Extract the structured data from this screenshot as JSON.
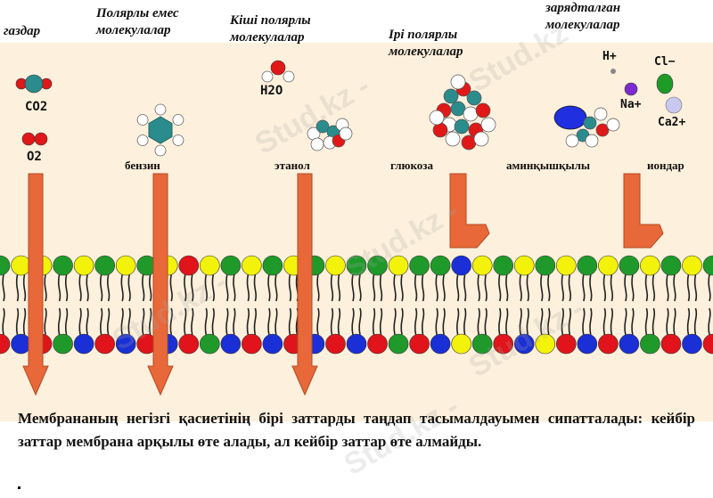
{
  "headers": [
    {
      "id": "gases",
      "text": "газдар"
    },
    {
      "id": "nonpolar",
      "text": "Полярлы емес молекулалар"
    },
    {
      "id": "small_polar",
      "text": "Кіші полярлы молекулалар"
    },
    {
      "id": "large_polar",
      "text": "Ірі полярлы молекулалар"
    },
    {
      "id": "charged",
      "text": "зарядталған молекулалар"
    }
  ],
  "molecule_labels": {
    "co2": "CO2",
    "o2": "O2",
    "h2o": "H2O",
    "benzene": "бензин",
    "ethanol": "этанол",
    "glucose": "глюкоза",
    "amino_acids": "аминқышқылы",
    "ions": "иондар",
    "h_ion": "H+",
    "cl_ion": "Cl−",
    "na_ion": "Na+",
    "ca_ion": "Ca2+"
  },
  "caption": "Мембрананың негізгі қасиетінің бірі заттарды таңдап тасымалдауымен сипатталады: кейбір заттар мембрана арқылы өте алады, ал кейбір заттар өте алмайды.",
  "watermark": "Stud.kz -",
  "colors": {
    "background_band": "#fdf0dc",
    "arrow": "#e8683a",
    "lipid_tail": "#222222",
    "head_green": "#1f9a2a",
    "head_yellow": "#f2f20a",
    "head_blue": "#1a2fd6",
    "head_red": "#e0141a",
    "oxygen": "#e01818",
    "carbon": "#2a8c8c",
    "hydrogen": "#ffffff",
    "ion_purple": "#7b2bd0",
    "ion_green": "#1e9a26",
    "ion_lavender": "#c8c8f0"
  },
  "membrane": {
    "top_row_colors": [
      "green",
      "yellow",
      "yellow",
      "green",
      "yellow",
      "green",
      "yellow",
      "green",
      "yellow",
      "red",
      "yellow",
      "green",
      "yellow",
      "green",
      "yellow",
      "green",
      "yellow",
      "green",
      "green",
      "yellow",
      "green",
      "green",
      "blue",
      "yellow",
      "green",
      "yellow",
      "green",
      "yellow",
      "green",
      "yellow",
      "green",
      "yellow",
      "green",
      "yellow",
      "green"
    ],
    "bottom_row_colors": [
      "red",
      "blue",
      "red",
      "green",
      "blue",
      "red",
      "blue",
      "red",
      "blue",
      "red",
      "green",
      "blue",
      "red",
      "blue",
      "red",
      "blue",
      "red",
      "blue",
      "red",
      "green",
      "red",
      "blue",
      "yellow",
      "green",
      "red",
      "blue",
      "yellow",
      "red",
      "blue",
      "red",
      "blue",
      "green",
      "red",
      "blue",
      "red"
    ]
  }
}
